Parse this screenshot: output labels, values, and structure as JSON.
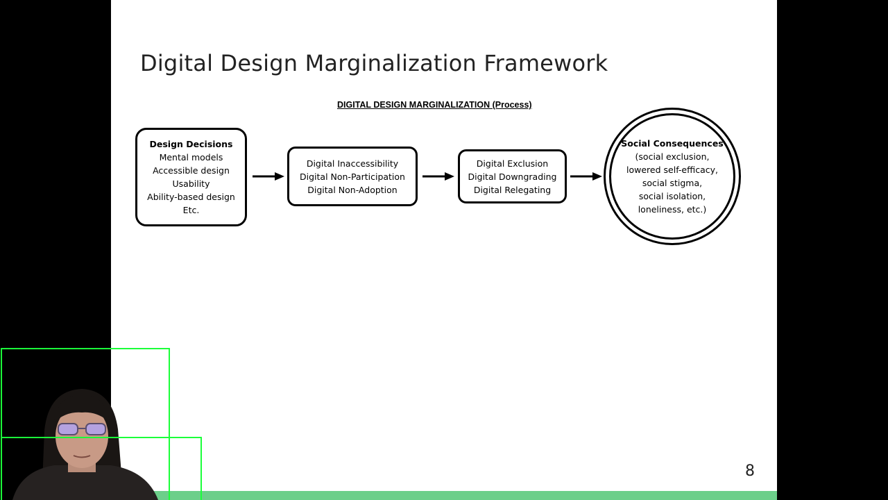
{
  "slide": {
    "title": "Digital Design Marginalization Framework",
    "page_number": "8",
    "accent_color": "#6ccf8a"
  },
  "diagram": {
    "heading": "DIGITAL DESIGN MARGINALIZATION (Process)",
    "design_decisions": {
      "title": "Design Decisions",
      "items": [
        "Mental models",
        "Accessible design",
        "Usability",
        "Ability-based design",
        "Etc."
      ]
    },
    "inaccessibility": {
      "items": [
        "Digital Inaccessibility",
        "Digital Non-Participation",
        "Digital Non-Adoption"
      ]
    },
    "exclusion": {
      "items": [
        "Digital Exclusion",
        "Digital Downgrading",
        "Digital Relegating"
      ]
    },
    "social_consequences": {
      "title": "Social Consequences",
      "items": [
        "(social exclusion,",
        "lowered self-efficacy,",
        "social stigma,",
        "social isolation,",
        "loneliness, etc.)"
      ]
    },
    "arrow_icon": "right-arrow-icon"
  },
  "webcam": {
    "icon": "presenter-video-feed",
    "highlight_color": "#1bff3a"
  }
}
